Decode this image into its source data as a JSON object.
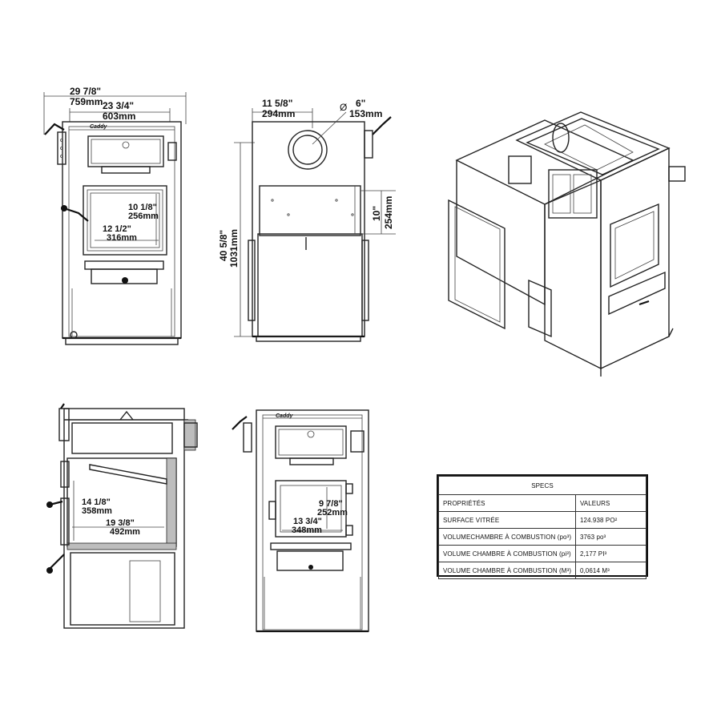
{
  "front_view": {
    "overall_width_in": "29  7/8\"",
    "overall_width_mm": "759mm",
    "body_width_in": "23  3/4\"",
    "body_width_mm": "603mm",
    "door_height_in": "10  1/8\"",
    "door_height_mm": "256mm",
    "door_width_in": "12  1/2\"",
    "door_width_mm": "316mm",
    "logo": "Caddy"
  },
  "side_view": {
    "flue_offset_in": "11  5/8\"",
    "flue_offset_mm": "294mm",
    "flue_dia_symbol": "Ø",
    "flue_dia_in": "6\"",
    "flue_dia_mm": "153mm",
    "height_in": "40  5/8\"",
    "height_mm": "1031mm",
    "opening_in": "10\"",
    "opening_mm": "254mm"
  },
  "section_view": {
    "chamber_height_in": "14  1/8\"",
    "chamber_height_mm": "358mm",
    "chamber_depth_in": "19  3/8\"",
    "chamber_depth_mm": "492mm"
  },
  "front_open_view": {
    "opening_height_in": "9  7/8\"",
    "opening_height_mm": "252mm",
    "opening_width_in": "13  3/4\"",
    "opening_width_mm": "348mm",
    "logo": "Caddy"
  },
  "specs": {
    "title": "SPECS",
    "headers": [
      "PROPRIÉTÉS",
      "VALEURS"
    ],
    "rows": [
      [
        "SURFACE VITRÉE",
        "124.938 PO²"
      ],
      [
        "VOLUMECHAMBRE À COMBUSTION (po³)",
        "3763 po³"
      ],
      [
        "VOLUME CHAMBRE À COMBUSTION (pi³)",
        "2,177 PI³"
      ],
      [
        "VOLUME CHAMBRE À COMBUSTION (M³)",
        "0,0614 M³"
      ]
    ]
  }
}
